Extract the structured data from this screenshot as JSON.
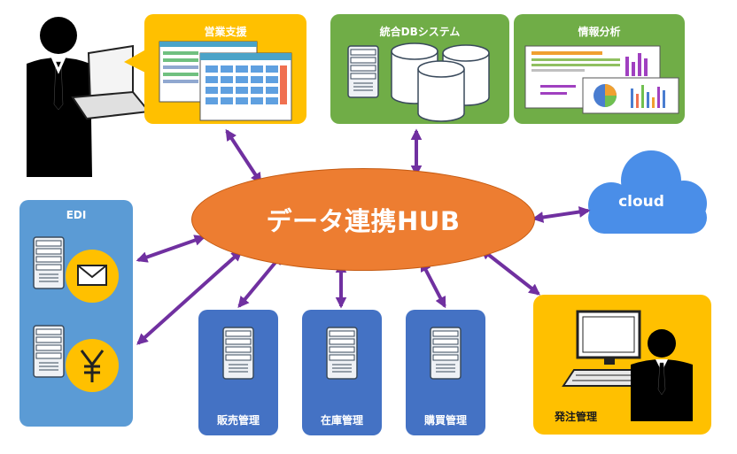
{
  "hub": {
    "label": "データ連携HUB"
  },
  "cloud": {
    "label": "cloud"
  },
  "sales_support": {
    "label": "営業支援"
  },
  "integrated_db": {
    "label": "統合DBシステム"
  },
  "info_analysis": {
    "label": "情報分析"
  },
  "edi": {
    "label": "EDI",
    "icons": [
      "envelope-icon",
      "yen-icon"
    ]
  },
  "sales_mgmt": {
    "label": "販売管理"
  },
  "inventory_mgmt": {
    "label": "在庫管理"
  },
  "purchase_mgmt": {
    "label": "購買管理"
  },
  "order_mgmt": {
    "label": "発注管理"
  },
  "colors": {
    "hub": "#ed7d31",
    "yellow_box": "#ffc000",
    "green_box": "#70ad47",
    "blue_box": "#4472c4",
    "light_blue_box": "#5b9bd5",
    "cloud": "#4a8ee8",
    "arrow": "#7030a0"
  }
}
